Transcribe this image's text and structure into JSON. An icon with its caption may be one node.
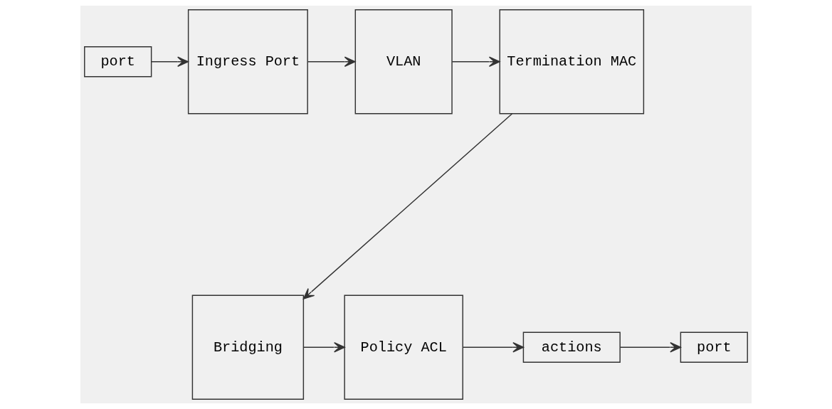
{
  "diagram": {
    "nodes": [
      {
        "text": [
          "port"
        ]
      },
      {
        "text": [
          "Ingress Port"
        ]
      },
      {
        "text": [
          "VLAN"
        ]
      },
      {
        "text": [
          "Termination MAC"
        ]
      },
      {
        "text": [
          "Bridging"
        ]
      },
      {
        "text": [
          "Policy ACL"
        ]
      },
      {
        "text": [
          "actions"
        ]
      },
      {
        "text": [
          "port"
        ]
      }
    ],
    "edges": [
      {
        "from": 0,
        "to": 1,
        "arrow": "to"
      },
      {
        "from": 1,
        "to": 2,
        "arrow": "to"
      },
      {
        "from": 2,
        "to": 3,
        "arrow": "to"
      },
      {
        "from": 3,
        "to": 4,
        "arrow": "to"
      },
      {
        "from": 4,
        "to": 5,
        "arrow": "to"
      },
      {
        "from": 5,
        "to": 6,
        "arrow": "to"
      },
      {
        "from": 6,
        "to": 7,
        "arrow": "to"
      }
    ]
  }
}
